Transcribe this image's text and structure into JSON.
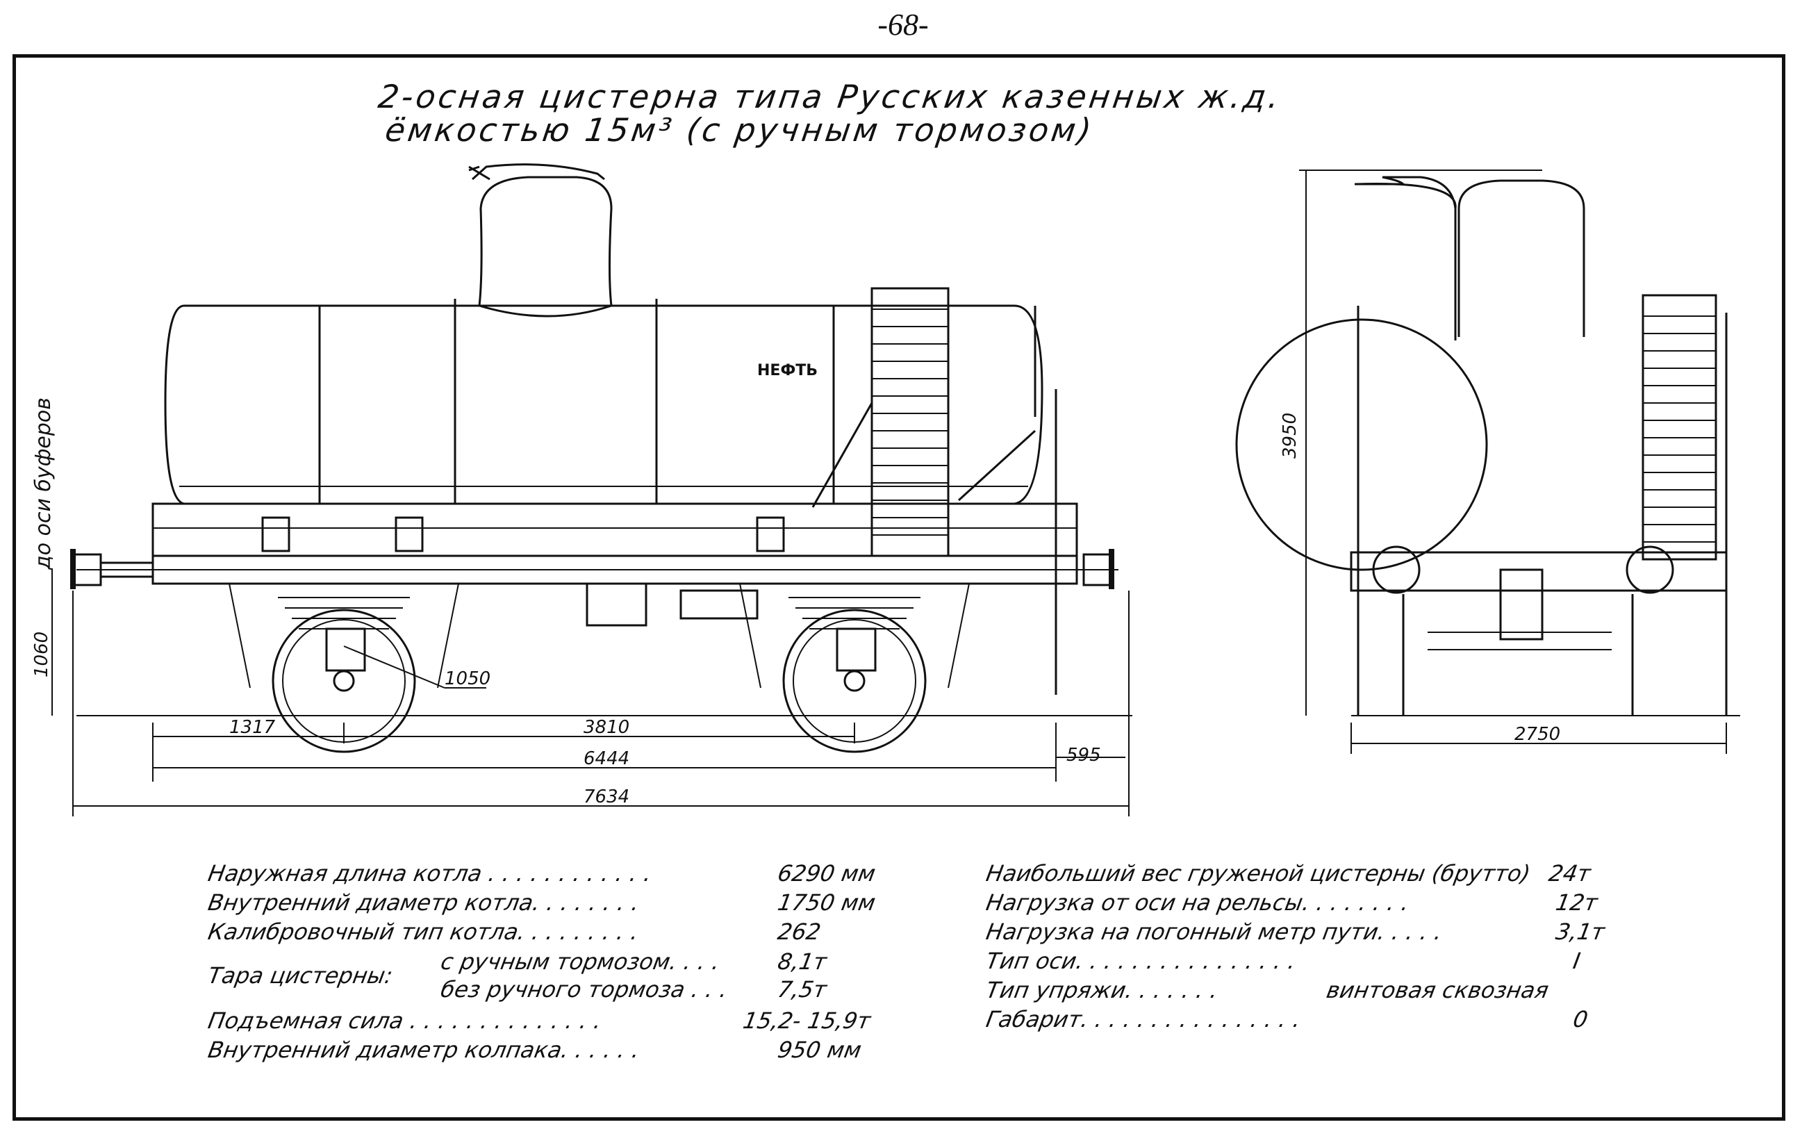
{
  "page_number": "-68-",
  "title": {
    "line1": "2-осная цистерна типа Русских казенных ж.д.",
    "line2": "ёмкостью 15м³ (с ручным тормозом)"
  },
  "drawing": {
    "tank_label": "НЕФТЬ",
    "side_label": "до оси буферов",
    "dimensions": {
      "buffer_height": "1060",
      "wheel_diameter": "1050",
      "overhang": "1317",
      "wheelbase": "3810",
      "frame_length": "6444",
      "buffer_extension": "595",
      "overall_length": "7634",
      "height": "3950",
      "width": "2750"
    }
  },
  "specs_left": [
    {
      "label": "Наружная длина котла . . . . . . . . . . . .",
      "value": "6290 мм"
    },
    {
      "label": "Внутренний диаметр котла. . . . . . . .",
      "value": "1750 мм"
    },
    {
      "label": "Калибровочный тип котла. . . . . . . . .",
      "value": "262"
    },
    {
      "label": "Тара цистерны:",
      "value": ""
    },
    {
      "label": "Подъемная сила . . . . . . . . . . . . . .",
      "value": "15,2- 15,9т"
    },
    {
      "label": "Внутренний диаметр колпака. . . . . .",
      "value": "950 мм"
    }
  ],
  "tare": [
    {
      "label": "с ручным тормозом. . . .",
      "value": "8,1т"
    },
    {
      "label": "без ручного тормоза . . .",
      "value": "7,5т"
    }
  ],
  "specs_right": [
    {
      "label": "Наибольший вес груженой цистерны (брутто)",
      "value": "24т"
    },
    {
      "label": "Нагрузка от оси на рельсы. . . . . . . .",
      "value": "12т"
    },
    {
      "label": "Нагрузка на погонный метр пути. . . . .",
      "value": "3,1т"
    },
    {
      "label": "Тип оси. . . . . . . . . . . . . . . .",
      "value": "I"
    },
    {
      "label": "Тип упряжи. . . . . . .",
      "value": "винтовая сквозная"
    },
    {
      "label": "Габарит. . . . . . . . . . . . . . . .",
      "value": "0"
    }
  ]
}
